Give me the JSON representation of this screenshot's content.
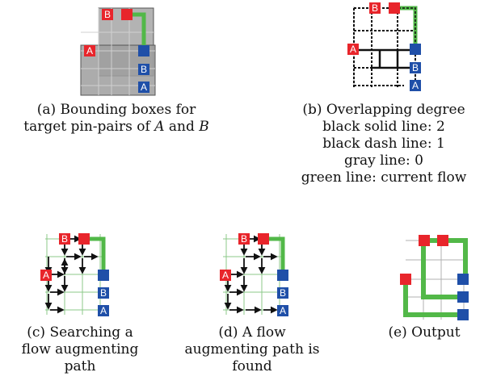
{
  "colors": {
    "pin_red": "#e8252b",
    "pin_blue": "#1f4fa8",
    "flow_green": "#52b848",
    "grid_gray": "#8c8c8c",
    "box_gray": "#9e9e9e",
    "arrow_black": "#111111"
  },
  "pin_labels": {
    "a": "A",
    "b": "B"
  },
  "captions": {
    "a": {
      "line1": "(a)  Bounding boxes for",
      "line2_prefix": "target pin-pairs of ",
      "var_a": "A",
      "and": " and ",
      "var_b": "B"
    },
    "b": {
      "line1": "(b)  Overlapping degree",
      "line2": "black solid line: 2",
      "line3": "black dash line: 1",
      "line4": "gray line: 0",
      "line5": "green line: current flow"
    },
    "c": {
      "line1": "(c)  Searching a",
      "line2": "flow augmenting",
      "line3": "path"
    },
    "d": {
      "line1": "(d)  A flow",
      "line2": "augmenting path is",
      "line3": "found"
    },
    "e": {
      "line1": "(e)  Output"
    }
  }
}
